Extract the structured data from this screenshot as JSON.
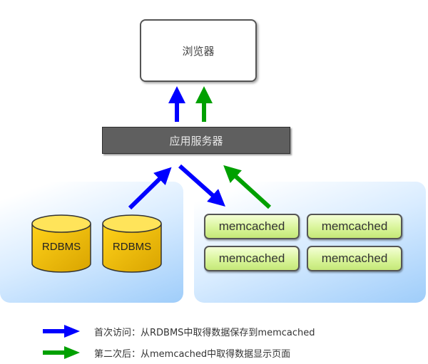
{
  "nodes": {
    "browser": "浏览器",
    "app_server": "应用服务器",
    "rdbms": [
      "RDBMS",
      "RDBMS"
    ],
    "memcached": [
      "memcached",
      "memcached",
      "memcached",
      "memcached"
    ]
  },
  "colors": {
    "first_access_arrow": "#0000ff",
    "second_access_arrow": "#00a000",
    "app_server_fill": "#5f5f5f",
    "rdbms_fill": "#f2c200",
    "memcached_fill": "#d9f59a",
    "panel_fill": "#9fcdfa"
  },
  "legend": [
    {
      "color": "blue",
      "icon": "blue-arrow-icon",
      "text": "首次访问：从RDBMS中取得数据保存到memcached"
    },
    {
      "color": "green",
      "icon": "green-arrow-icon",
      "text": "第二次后：从memcached中取得数据显示页面"
    }
  ]
}
